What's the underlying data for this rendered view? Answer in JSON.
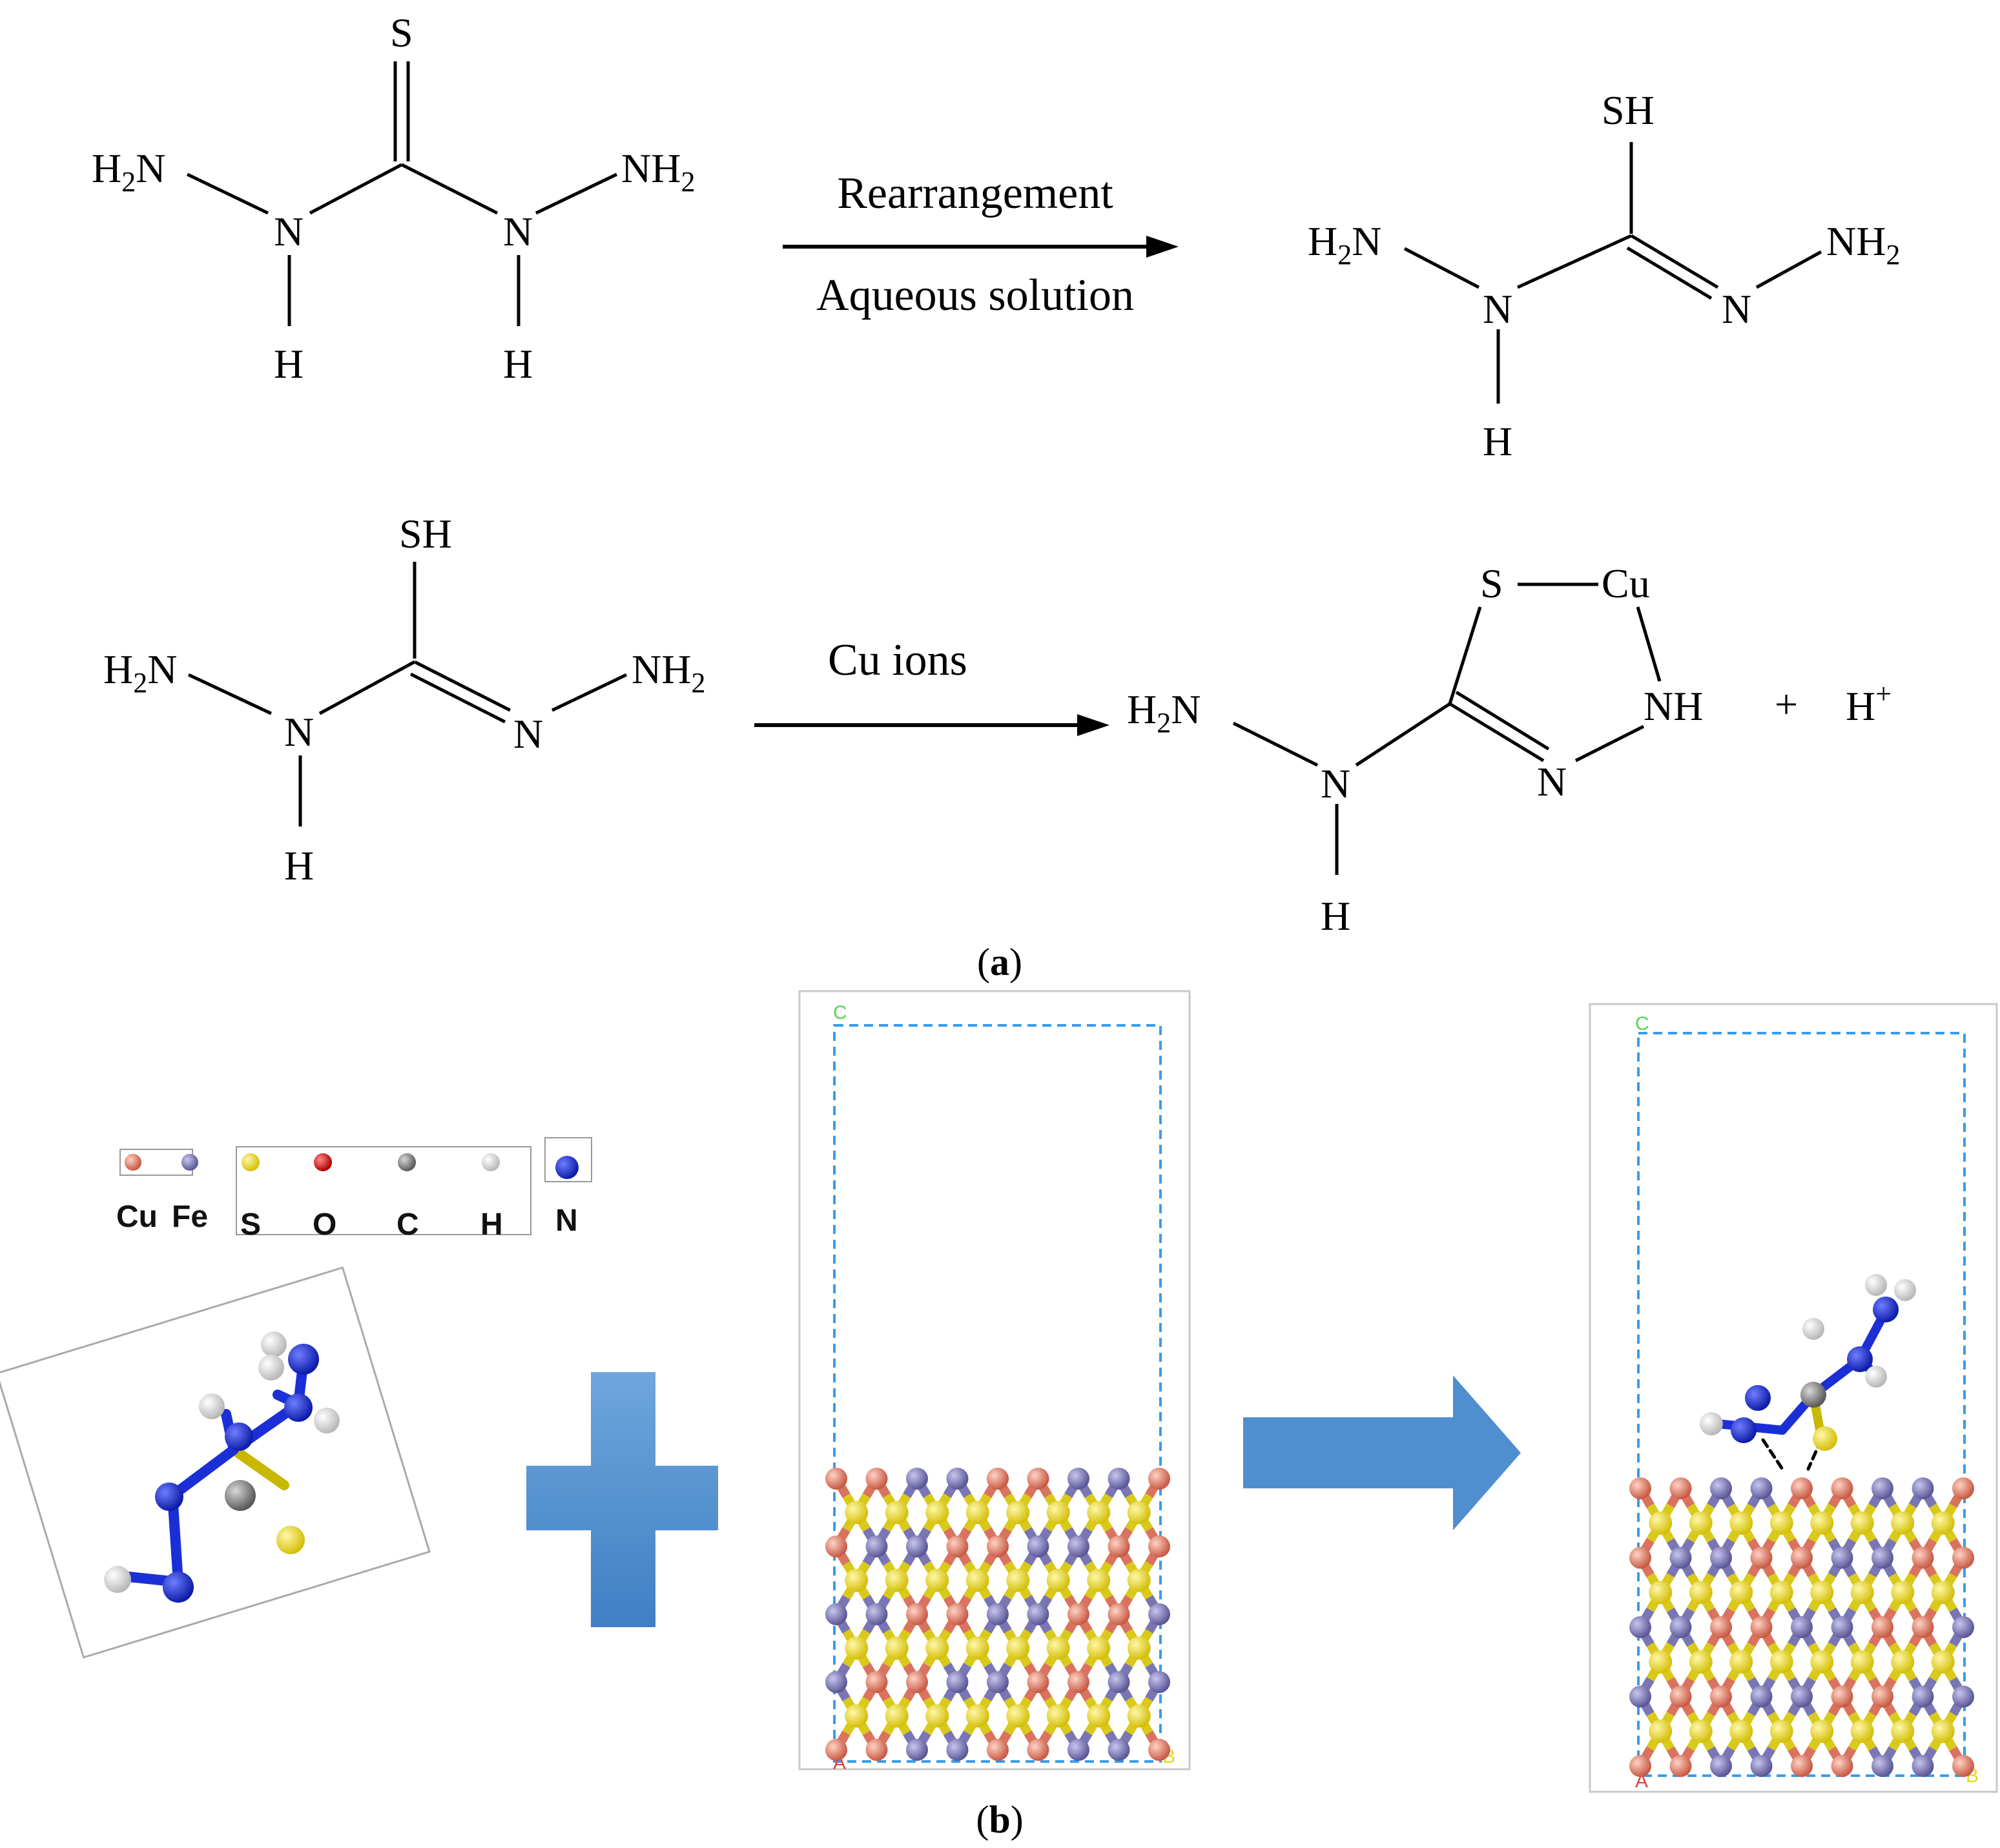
{
  "panel_a": {
    "label_open": "(",
    "label_letter": "a",
    "label_close": ")",
    "reaction1": {
      "arrow_top": "Rearrangement",
      "arrow_bottom": "Aqueous solution",
      "reactant": {
        "S": "S",
        "H2N": "H",
        "H2N_sub": "2",
        "H2N_N": "N",
        "N1": "N",
        "H1": "H",
        "N2": "N",
        "H2": "H",
        "NH2": "NH",
        "NH2_sub": "2"
      },
      "product": {
        "SH": "SH",
        "H2N": "H",
        "H2N_sub": "2",
        "H2N_N": "N",
        "N1": "N",
        "H1": "H",
        "N2": "N",
        "NH2": "NH",
        "NH2_sub": "2"
      }
    },
    "reaction2": {
      "arrow_top": "Cu ions",
      "reactant": {
        "SH": "SH",
        "H2N": "H",
        "H2N_sub": "2",
        "H2N_N": "N",
        "N1": "N",
        "H1": "H",
        "N2": "N",
        "NH2": "NH",
        "NH2_sub": "2"
      },
      "product": {
        "S": "S",
        "Cu": "Cu",
        "NH": "NH",
        "N_ring": "N",
        "H2N": "H",
        "H2N_sub": "2",
        "H2N_N": "N",
        "N1": "N",
        "H1": "H"
      },
      "plus": "+",
      "proton": "H",
      "proton_sup": "+"
    }
  },
  "panel_b": {
    "label_open": "(",
    "label_letter": "b",
    "label_close": ")",
    "legend": [
      {
        "symbol": "Cu",
        "color": "#d9735f"
      },
      {
        "symbol": "Fe",
        "color": "#7a76b3"
      },
      {
        "symbol": "S",
        "color": "#e8d81c"
      },
      {
        "symbol": "O",
        "color": "#d01010"
      },
      {
        "symbol": "C",
        "color": "#808080"
      },
      {
        "symbol": "H",
        "color": "#f0f0f0"
      },
      {
        "symbol": "N",
        "color": "#1a2fd6"
      }
    ],
    "cell_axes": {
      "c": "C",
      "a": "A",
      "b": "B"
    },
    "colors": {
      "cu": "#d9735f",
      "fe": "#7a76b3",
      "s": "#e8d81c",
      "c": "#808080",
      "h": "#f0f0f0",
      "n": "#1a2fd6",
      "cell": "#3b9be8",
      "plus_arrow": "#4f8fcf"
    }
  }
}
